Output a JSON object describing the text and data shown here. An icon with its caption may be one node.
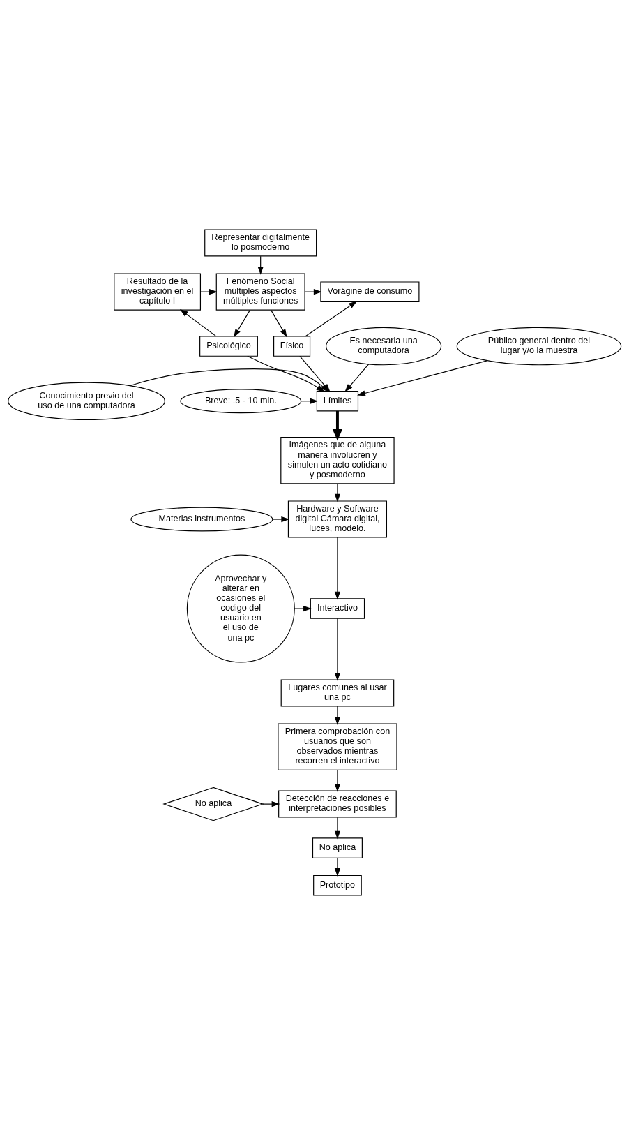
{
  "diagram": {
    "nodes": [
      {
        "text": [
          "Representar digitalmente lo posmoderno"
        ]
      },
      {
        "text": [
          "Fenómeno Social",
          "múltiples aspectos",
          "múltiples funciones"
        ]
      },
      {
        "text": [
          "Vorágine de consumo"
        ]
      },
      {
        "text": [
          "Resultado de la investigación en el capítulo I"
        ]
      },
      {
        "text": [
          "Físico"
        ]
      },
      {
        "text": [
          "Psicológico"
        ]
      },
      {
        "text": [
          "Breve: .5 - 10 min."
        ]
      },
      {
        "text": [
          "Conocimiento previo del uso de una computadora"
        ]
      },
      {
        "text": [
          "Límites"
        ]
      },
      {
        "text": [
          "Es necesaria una computadora"
        ]
      },
      {
        "text": [
          "Público general dentro del lugar y/o la muestra"
        ]
      },
      {
        "text": [
          "Imágenes que de alguna manera involucren y simulen un acto cotidiano y posmoderno"
        ]
      },
      {
        "text": [
          "Materias instrumentos"
        ]
      },
      {
        "text": [
          "Hardware y Software digital Cámara digital, luces, modelo."
        ]
      },
      {
        "text": [
          "Interactivo"
        ]
      },
      {
        "text": [
          "Aprovechar y alterar en ocasiones el codigo del usuario en el uso de una pc"
        ]
      },
      {
        "text": [
          "Lugares comunes al usar una pc"
        ]
      },
      {
        "text": [
          "Primera comprobación con usuarios que son observados mientras recorren el interactivo"
        ]
      },
      {
        "text": [
          "Detección de reacciones e interpretaciones posibles"
        ]
      },
      {
        "text": [
          "No aplica"
        ]
      },
      {
        "text": [
          "No aplica"
        ]
      },
      {
        "text": [
          "Prototipo"
        ]
      }
    ],
    "edges": [
      {
        "from": 0,
        "to": 1,
        "arrow": "to"
      },
      {
        "from": 1,
        "to": 2,
        "arrow": "to"
      },
      {
        "from": 3,
        "to": 1,
        "arrow": "to"
      },
      {
        "from": 1,
        "to": 4,
        "arrow": "to"
      },
      {
        "from": 1,
        "to": 5,
        "arrow": "to"
      },
      {
        "from": 4,
        "to": 2,
        "arrow": "to"
      },
      {
        "from": 5,
        "to": 3,
        "arrow": "to"
      },
      {
        "from": 4,
        "to": 8,
        "arrow": "to"
      },
      {
        "from": 5,
        "to": 8,
        "arrow": "to"
      },
      {
        "from": 6,
        "to": 8,
        "arrow": "to"
      },
      {
        "from": 7,
        "to": 8,
        "arrow": "to"
      },
      {
        "from": 9,
        "to": 8,
        "arrow": "to"
      },
      {
        "from": 10,
        "to": 8,
        "arrow": "to"
      },
      {
        "from": 8,
        "to": 11,
        "arrow": "to",
        "style": "thick"
      },
      {
        "from": 11,
        "to": 13,
        "arrow": "to"
      },
      {
        "from": 12,
        "to": 13,
        "arrow": "to"
      },
      {
        "from": 13,
        "to": 14,
        "arrow": "to"
      },
      {
        "from": 15,
        "to": 14,
        "arrow": "to"
      },
      {
        "from": 14,
        "to": 16,
        "arrow": "to"
      },
      {
        "from": 16,
        "to": 17,
        "arrow": "to"
      },
      {
        "from": 17,
        "to": 18,
        "arrow": "to"
      },
      {
        "from": 19,
        "to": 18,
        "arrow": "to"
      },
      {
        "from": 18,
        "to": 20,
        "arrow": "to"
      },
      {
        "from": 20,
        "to": 21,
        "arrow": "to"
      }
    ]
  }
}
